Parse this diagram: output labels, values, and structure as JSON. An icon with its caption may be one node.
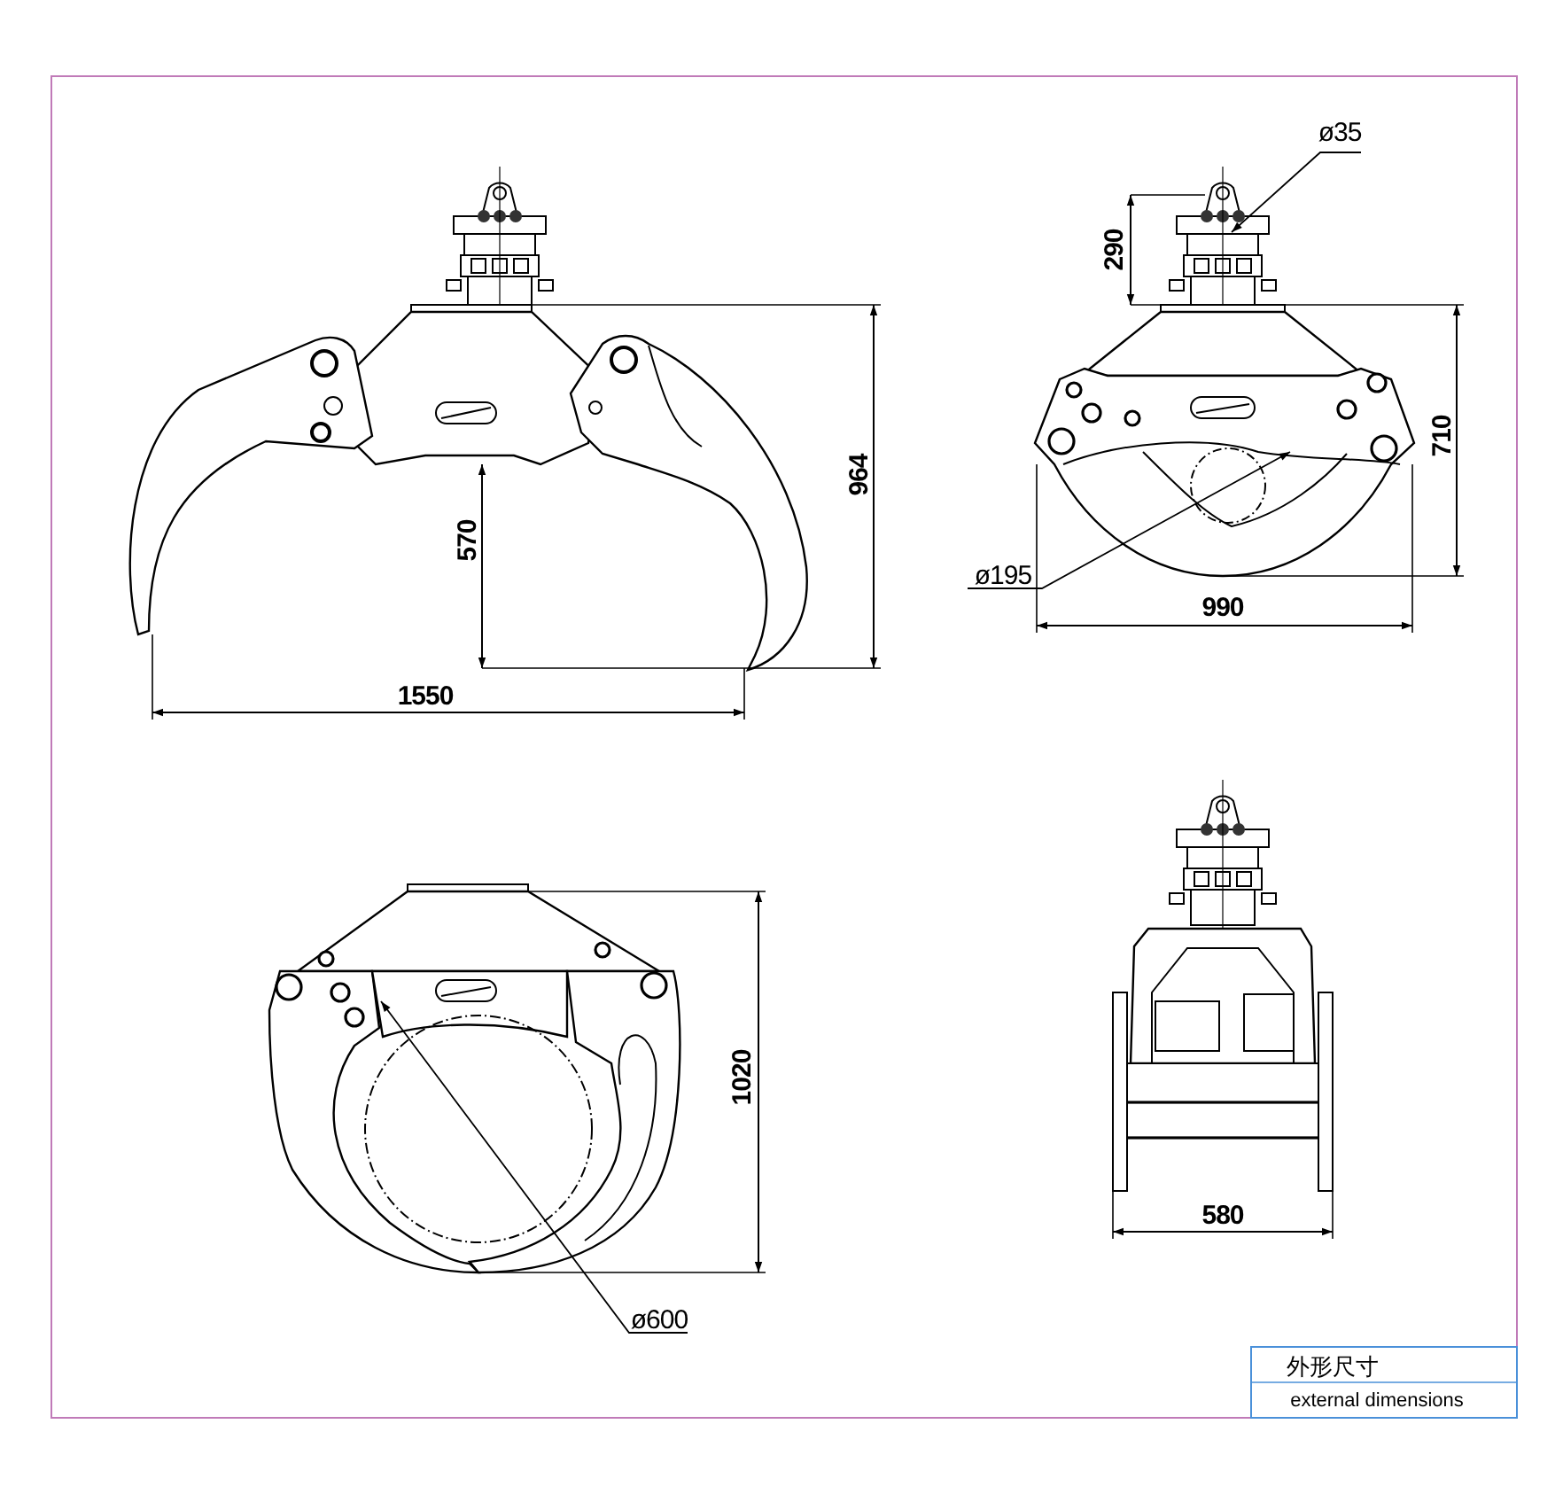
{
  "diagram": {
    "labels": [
      "ø35",
      "290",
      "964",
      "710",
      "570",
      "ø195",
      "1550",
      "990",
      "1020",
      "580",
      "ø600",
      "外形尺寸",
      "external dimensions"
    ]
  }
}
